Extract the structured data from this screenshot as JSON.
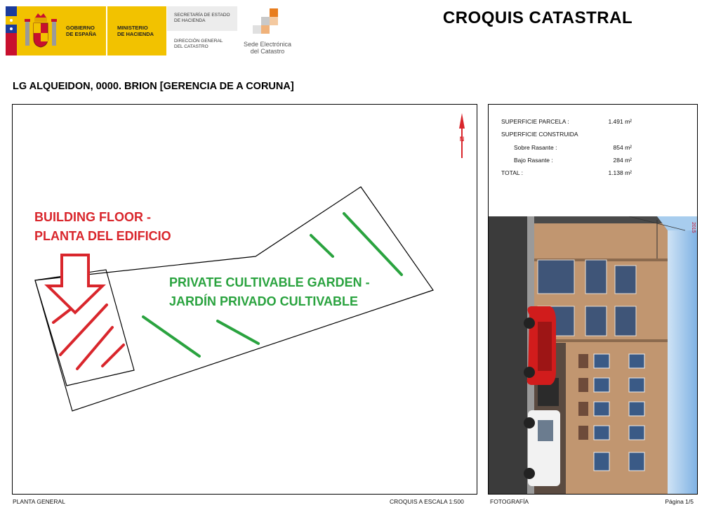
{
  "header": {
    "gov_line1": "GOBIERNO",
    "gov_line2": "DE ESPAÑA",
    "ministry_line1": "MINISTERIO",
    "ministry_line2": "DE HACIENDA",
    "secretaria_line1": "SECRETARÍA DE ESTADO",
    "secretaria_line2": "DE HACIENDA",
    "direccion_line1": "DIRECCIÓN GENERAL",
    "direccion_line2": "DEL CATASTRO",
    "sede_line1": "Sede Electrónica",
    "sede_line2": "del Catastro",
    "title": "CROQUIS CATASTRAL"
  },
  "address": "LG ALQUEIDON, 0000. BRION [GERENCIA DE A CORUNA]",
  "plan": {
    "annotation_building_line1": "BUILDING FLOOR -",
    "annotation_building_line2": "PLANTA DEL EDIFICIO",
    "annotation_garden_line1": "PRIVATE CULTIVABLE GARDEN -",
    "annotation_garden_line2": "JARDÍN PRIVADO CULTIVABLE",
    "north_label": "N",
    "building_color": "#d9262c",
    "garden_color": "#2aa33f"
  },
  "surfaces": {
    "parcela_label": "SUPERFICIE PARCELA :",
    "parcela_value": "1.491 m²",
    "construida_label": "SUPERFICIE CONSTRUIDA",
    "sobre_label": "Sobre Rasante :",
    "sobre_value": "854 m²",
    "bajo_label": "Bajo Rasante :",
    "bajo_value": "284 m²",
    "total_label": "TOTAL :",
    "total_value": "1.138 m²"
  },
  "photo": {
    "year": "2015"
  },
  "footer": {
    "left": "PLANTA GENERAL",
    "scale": "CROQUIS A ESCALA 1:500",
    "photo_label": "FOTOGRAFÍA",
    "page": "Página 1/5"
  }
}
